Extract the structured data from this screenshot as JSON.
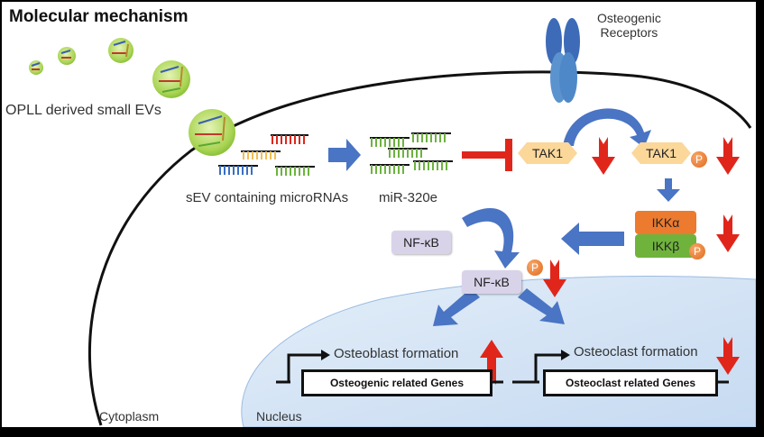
{
  "title": "Molecular mechanism",
  "labels": {
    "evs": "OPLL derived small EVs",
    "sev_mirna": "sEV containing microRNAs",
    "mirna": "miR-320e",
    "receptors_line1": "Osteogenic",
    "receptors_line2": "Receptors",
    "cytoplasm": "Cytoplasm",
    "nucleus": "Nucleus",
    "osteoblast": "Osteoblast formation",
    "osteoclast": "Osteoclast formation"
  },
  "nodes": {
    "tak1": "TAK1",
    "tak1_p": "TAK1",
    "ikka": "IKKα",
    "ikkb": "IKKβ",
    "nfkb": "NF-κB",
    "nfkb_p": "NF-κB",
    "phospho": "P"
  },
  "genes": {
    "osteogenic": "Osteogenic related Genes",
    "osteoclast": "Osteoclast related Genes"
  },
  "colors": {
    "flow_arrow": "#4a74c4",
    "down_arrow": "#e0261b",
    "inhibit": "#e0261b",
    "nucleus_fill": "#cfe0f3",
    "vesicle": "#b8dc66"
  }
}
